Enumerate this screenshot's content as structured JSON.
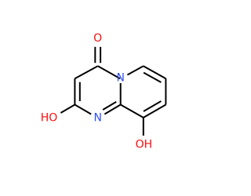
{
  "molecule": {
    "atoms": {
      "oxygen_top": {
        "text": "O",
        "color": "#ff0d0d"
      },
      "nitrogen_bridge": {
        "text": "N",
        "color": "#3050f8"
      },
      "nitrogen_ring": {
        "text": "N",
        "color": "#3050f8"
      },
      "hydroxyl_left": {
        "text": "HO",
        "color": "#ff0d0d"
      },
      "hydroxyl_right": {
        "text": "OH",
        "color": "#ff0d0d"
      }
    }
  }
}
